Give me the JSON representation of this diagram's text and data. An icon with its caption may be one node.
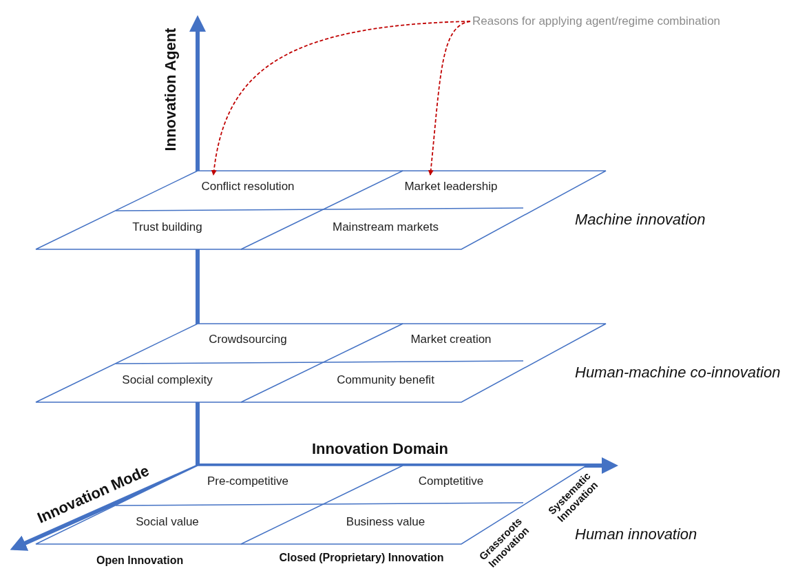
{
  "diagram": {
    "nodes": [
      {
        "text": [
          "Reasons for applying agent/regime combination"
        ]
      },
      {
        "text": [],
        "shape": "box",
        "beside": [
          "Machine innovation"
        ]
      },
      {
        "text": [
          "Conflict resolution"
        ],
        "in": 1
      },
      {
        "text": [
          "Market leadership"
        ],
        "in": 1
      },
      {
        "text": [
          "Trust building"
        ],
        "in": 1
      },
      {
        "text": [
          "Mainstream markets"
        ],
        "in": 1
      },
      {
        "text": [],
        "shape": "box",
        "beside": [
          "Human-machine co-innovation"
        ]
      },
      {
        "text": [
          "Crowdsourcing"
        ],
        "in": 6
      },
      {
        "text": [
          "Market creation"
        ],
        "in": 6
      },
      {
        "text": [
          "Social complexity"
        ],
        "in": 6
      },
      {
        "text": [
          "Community benefit"
        ],
        "in": 6
      },
      {
        "text": [],
        "shape": "box",
        "beside": [
          "Human innovation"
        ]
      },
      {
        "text": [
          "Pre-competitive"
        ],
        "in": 11
      },
      {
        "text": [
          "Comptetitive"
        ],
        "in": 11
      },
      {
        "text": [
          "Social value"
        ],
        "in": 11
      },
      {
        "text": [
          "Business value"
        ],
        "in": 11
      }
    ],
    "edges": [
      {
        "from": 0,
        "to": 2,
        "arrow": "to",
        "style": "dashed",
        "color": "#c00000"
      },
      {
        "from": 0,
        "to": 3,
        "arrow": "to",
        "style": "dashed",
        "color": "#c00000"
      }
    ],
    "labels": [
      "Innovation Agent",
      "Innovation Domain",
      "Innovation Mode",
      "Systematic Innovation",
      "Grassroots Innovation",
      "Open Innovation",
      "Closed (Proprietary) Innovation"
    ]
  }
}
